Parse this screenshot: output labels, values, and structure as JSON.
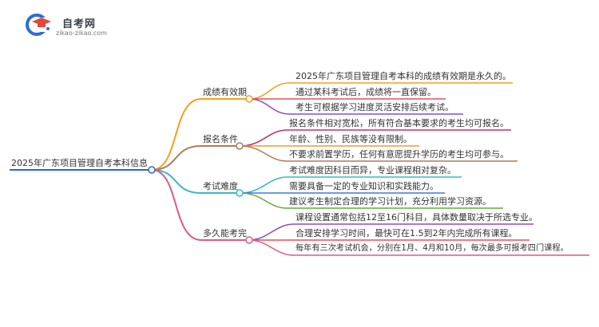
{
  "logo": {
    "title": "自考网",
    "subtitle": "zikao-zikao.com",
    "icon": "graduation-cap-icon",
    "colors": {
      "primary": "#2f6bd8",
      "accent": "#e04a3c"
    }
  },
  "mindmap": {
    "root": "2025年广东项目管理自考本科信息",
    "branches": [
      {
        "label": "成绩有效期",
        "color": "#f0a020",
        "leaves": [
          "2025年广东项目管理自考本科的成绩有效期是永久的。",
          "通过某科考试后，成绩将一直保留。",
          "考生可根据学习进度灵活安排后续考试。"
        ],
        "leaf_colors": [
          "#f0a020",
          "#e0505a",
          "#8b4fc4"
        ]
      },
      {
        "label": "报名条件",
        "color": "#b07a58",
        "leaves": [
          "报名条件相对宽松，所有符合基本要求的考生均可报名。",
          "年龄、性别、民族等没有限制。",
          "不要求前置学历，任何有意愿提升学历的考生均可参与。"
        ],
        "leaf_colors": [
          "#c03070",
          "#e0a030",
          "#b07a58"
        ]
      },
      {
        "label": "考试难度",
        "color": "#3ab8c8",
        "leaves": [
          "考试难度因科目而异，专业课程相对复杂。",
          "需要具备一定的专业知识和实践能力。",
          "建议考生制定合理的学习计划，充分利用学习资源。"
        ],
        "leaf_colors": [
          "#3ab8c8",
          "#3a7ad8",
          "#6aa840"
        ]
      },
      {
        "label": "多久能考完",
        "color": "#d85c8a",
        "leaves": [
          "课程设置通常包括12至16门科目，具体数量取决于所选专业。",
          "合理安排学习时间，最快可在1.5到2年内完成所有课程。",
          "每年有三次考试机会，分别在1月、4月和10月，每次最多可报考四门课程。"
        ],
        "leaf_colors": [
          "#8b4fc4",
          "#e0505a",
          "#d85c8a"
        ]
      }
    ]
  }
}
